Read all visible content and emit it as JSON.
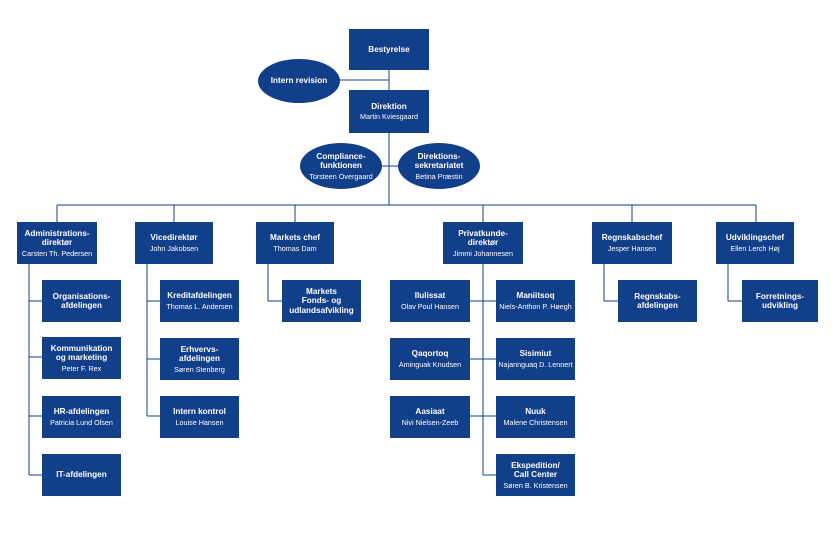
{
  "board": {
    "title": "Bestyrelse"
  },
  "audit": {
    "title": "Intern revision"
  },
  "management": {
    "title": "Direktion",
    "person": "Martin Kviesgaard"
  },
  "compliance": {
    "title": "Compliance-\nfunktionen",
    "person": "Torsteen Overgaard"
  },
  "secretariat": {
    "title": "Direktions-\nsekretariatet",
    "person": "Betina Præstin"
  },
  "departments": {
    "administration": {
      "title": "Administrations-\ndirektør",
      "person": "Carsten Th. Pedersen",
      "units": [
        {
          "title": "Organisations-\nafdelingen",
          "person": ""
        },
        {
          "title": "Kommunikation\nog marketing",
          "person": "Peter F. Rex"
        },
        {
          "title": "HR-afdelingen",
          "person": "Patricia Lund Olsen"
        },
        {
          "title": "IT-afdelingen",
          "person": ""
        }
      ]
    },
    "vice": {
      "title": "Vicedirektør",
      "person": "John Jakobsen",
      "units": [
        {
          "title": "Kreditafdelingen",
          "person": "Thomas L. Andersen"
        },
        {
          "title": "Erhvervs-\nafdelingen",
          "person": "Søren Stenberg"
        },
        {
          "title": "Intern kontrol",
          "person": "Louise Hansen"
        }
      ]
    },
    "markets": {
      "title": "Markets chef",
      "person": "Thomas Dam",
      "units": [
        {
          "title": "Markets\nFonds- og\nudlandsafvikling",
          "person": ""
        }
      ]
    },
    "private": {
      "title": "Privatkunde-\ndirektør",
      "person": "Jimmi Johannesen",
      "left_units": [
        {
          "title": "Ilulissat",
          "person": "Olav Poul Hansen"
        },
        {
          "title": "Qaqortoq",
          "person": "Aminguak Knudsen"
        },
        {
          "title": "Aasiaat",
          "person": "Nivi Nielsen-Zeeb"
        }
      ],
      "right_units": [
        {
          "title": "Maniitsoq",
          "person": "Niels-Anthon P. Høegh"
        },
        {
          "title": "Sisimiut",
          "person": "Najannguaq D. Lennert"
        },
        {
          "title": "Nuuk",
          "person": "Malene Christensen"
        },
        {
          "title": "Ekspedition/\nCall Center",
          "person": "Søren B. Kristensen"
        }
      ]
    },
    "accounting": {
      "title": "Regnskabschef",
      "person": "Jesper Hansen",
      "units": [
        {
          "title": "Regnskabs-\nafdelingen",
          "person": ""
        }
      ]
    },
    "development": {
      "title": "Udviklingschef",
      "person": "Ellen Lerch Høj",
      "units": [
        {
          "title": "Forretnings-\nudvikling",
          "person": ""
        }
      ]
    }
  },
  "colors": {
    "box": "#123f8a",
    "line": "#123f8a",
    "text": "#ffffff"
  }
}
